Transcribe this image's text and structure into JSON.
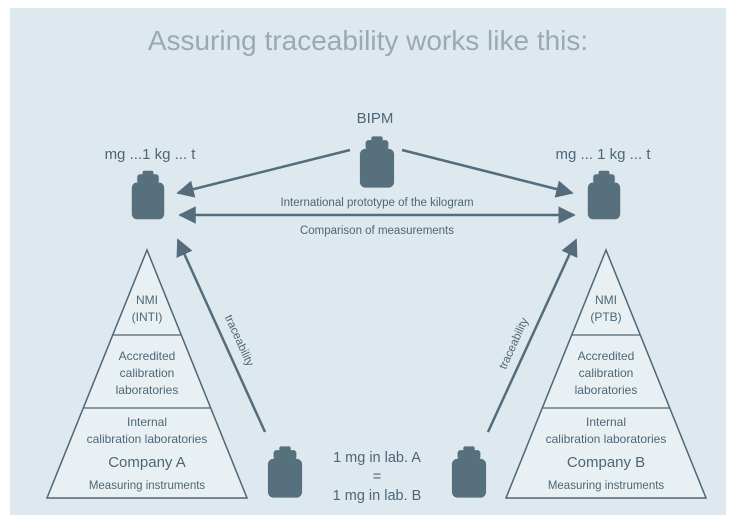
{
  "heading": "Assuring traceability works like this:",
  "top": {
    "bipm_label": "BIPM",
    "left_range": "mg ...1 kg ... t",
    "right_range": "mg ... 1 kg ... t",
    "prototype_label": "International prototype of the kilogram",
    "comparison_label": "Comparison of measurements"
  },
  "left_pyramid": {
    "nmi_line1": "NMI",
    "nmi_line2": "(INTI)",
    "accredited_line1": "Accredited",
    "accredited_line2": "calibration",
    "accredited_line3": "laboratories",
    "internal_line1": "Internal",
    "internal_line2": "calibration laboratories",
    "company": "Company A",
    "instruments": "Measuring instruments"
  },
  "right_pyramid": {
    "nmi_line1": "NMI",
    "nmi_line2": "(PTB)",
    "accredited_line1": "Accredited",
    "accredited_line2": "calibration",
    "accredited_line3": "laboratories",
    "internal_line1": "Internal",
    "internal_line2": "calibration laboratories",
    "company": "Company B",
    "instruments": "Measuring instruments"
  },
  "traceability_left": "traceability",
  "traceability_right": "traceability",
  "equality": {
    "line1": "1 mg in lab. A",
    "line2": "=",
    "line3": "1 mg in lab. B"
  },
  "colors": {
    "background": "#dde9ef",
    "ink": "#4e6676",
    "weight": "#57707e",
    "pyramid_fill": "#e8f0f4",
    "pyramid_band": "#cfdfe7",
    "heading": "#9aa9b2"
  }
}
